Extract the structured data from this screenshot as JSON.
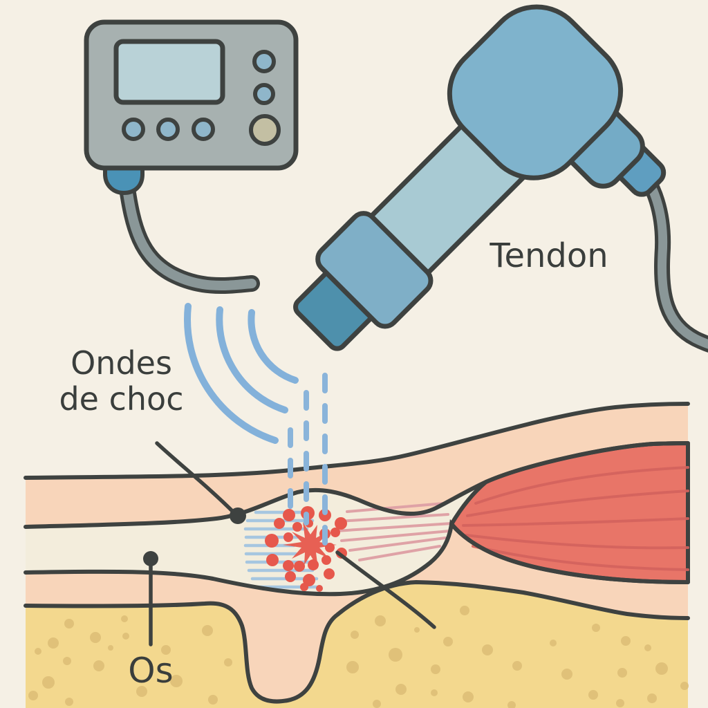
{
  "labels": {
    "shockwaves_line1": "Ondes",
    "shockwaves_line2": "de choc",
    "tendon": "Tendon",
    "bone": "Os"
  },
  "colors": {
    "background": "#f5f0e5",
    "outline": "#3e4240",
    "text": "#3a3e3c",
    "device_body": "#a7b1b0",
    "device_screen": "#b9d2d7",
    "button_blue": "#8fb6ca",
    "button_beige": "#c3bfa3",
    "connector_blue": "#4a92b6",
    "cable_gray": "#8a9798",
    "handpiece_head": "#7fb3cc",
    "handpiece_grip": "#74abc6",
    "handpiece_knob": "#5f9ec0",
    "handpiece_shaft": "#a8cad3",
    "handpiece_mid": "#7fafc7",
    "handpiece_tip": "#4e90ac",
    "wave_blue": "#83b1da",
    "dash_blue": "#8ab4da",
    "skin": "#f8d5ba",
    "tendon_tissue": "#f3eddc",
    "muscle": "#e87568",
    "muscle_fiber": "#d4635d",
    "bone": "#f3d88e",
    "bone_spot": "#dcbd75",
    "impact_red": "#e6584c",
    "fiber_pink": "#dfa2a6",
    "fiber_blue": "#a6c6e0"
  }
}
